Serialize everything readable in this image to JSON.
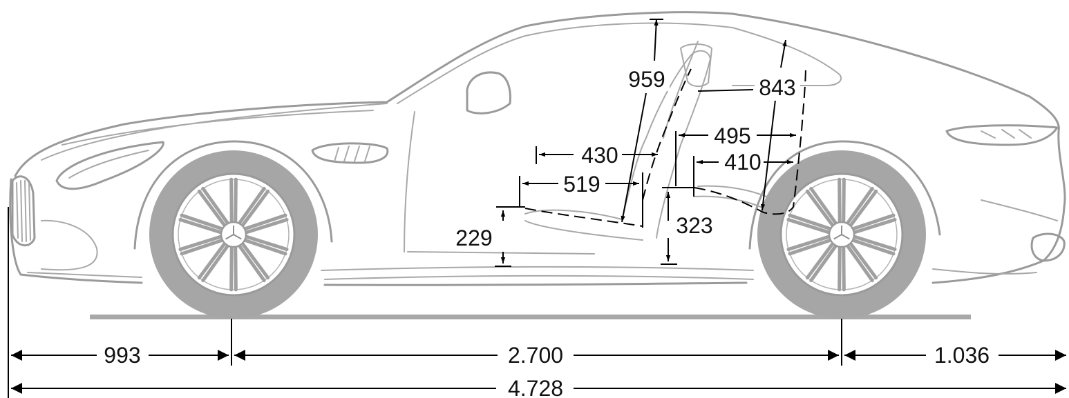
{
  "colors": {
    "background": "#ffffff",
    "car_line": "#9a9a9a",
    "tyre_fill": "#a6a6a6",
    "dimension_line": "#000000"
  },
  "icons": {
    "vehicle": "car-side-view-icon",
    "wheel": "alloy-wheel-icon",
    "emblem": "three-pointed-star-icon"
  },
  "dimensions": {
    "headroom_front": "959",
    "headroom_rear": "843",
    "legroom_front": "430",
    "seat_cushion_depth": "519",
    "legroom_rear": "495",
    "rear_seat_depth": "410",
    "seat_height_front": "229",
    "seat_height_rear": "323",
    "front_overhang": "993",
    "wheelbase": "2.700",
    "rear_overhang": "1.036",
    "overall_length": "4.728"
  }
}
